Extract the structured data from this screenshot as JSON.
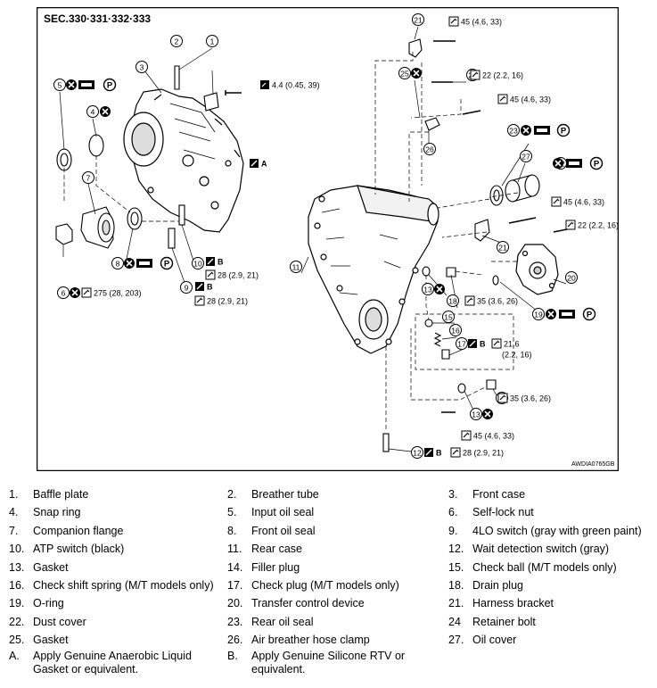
{
  "diagram": {
    "section_title": "SEC.330·331·332·333",
    "code": "AWDIA0765GB",
    "callouts": [
      {
        "n": "1"
      },
      {
        "n": "2"
      },
      {
        "n": "3"
      },
      {
        "n": "4"
      },
      {
        "n": "5"
      },
      {
        "n": "6"
      },
      {
        "n": "7"
      },
      {
        "n": "8"
      },
      {
        "n": "9"
      },
      {
        "n": "10"
      },
      {
        "n": "11"
      },
      {
        "n": "12"
      },
      {
        "n": "13"
      },
      {
        "n": "13"
      },
      {
        "n": "14"
      },
      {
        "n": "15"
      },
      {
        "n": "16"
      },
      {
        "n": "17"
      },
      {
        "n": "18"
      },
      {
        "n": "19"
      },
      {
        "n": "20"
      },
      {
        "n": "21"
      },
      {
        "n": "21"
      },
      {
        "n": "22"
      },
      {
        "n": "23"
      },
      {
        "n": "24"
      },
      {
        "n": "25"
      },
      {
        "n": "26"
      },
      {
        "n": "27"
      }
    ],
    "torques": [
      {
        "text": "4.4 (0.45, 39)"
      },
      {
        "text": "275 (28, 203)"
      },
      {
        "text": "28 (2.9, 21)"
      },
      {
        "text": "28 (2.9, 21)"
      },
      {
        "text": "45 (4.6, 33)"
      },
      {
        "text": "22 (2.2, 16)"
      },
      {
        "text": "45 (4.6, 33)"
      },
      {
        "text": "45 (4.6, 33)"
      },
      {
        "text": "22 (2.2, 16)"
      },
      {
        "text": "35 (3.6, 26)"
      },
      {
        "text": "21.6"
      },
      {
        "text": "(2.2, 16)"
      },
      {
        "text": "35 (3.6, 26)"
      },
      {
        "text": "45 (4.6, 33)"
      },
      {
        "text": "28 (2.9, 21)"
      }
    ],
    "letters": [
      {
        "t": "A"
      },
      {
        "t": "B"
      },
      {
        "t": "B"
      },
      {
        "t": "B"
      },
      {
        "t": "B"
      }
    ],
    "symbol_labels": [
      {
        "t": "P"
      },
      {
        "t": "P"
      },
      {
        "t": "P"
      },
      {
        "t": "P"
      },
      {
        "t": "P"
      }
    ]
  },
  "legend": {
    "rows": [
      [
        {
          "num": "1.",
          "text": "Baffle plate"
        },
        {
          "num": "2.",
          "text": "Breather tube"
        },
        {
          "num": "3.",
          "text": "Front case"
        }
      ],
      [
        {
          "num": "4.",
          "text": "Snap ring"
        },
        {
          "num": "5.",
          "text": "Input oil seal"
        },
        {
          "num": "6.",
          "text": "Self-lock nut"
        }
      ],
      [
        {
          "num": "7.",
          "text": "Companion flange"
        },
        {
          "num": "8.",
          "text": "Front oil seal"
        },
        {
          "num": "9.",
          "text": "4LO switch (gray with green paint)"
        }
      ],
      [
        {
          "num": "10.",
          "text": "ATP switch (black)"
        },
        {
          "num": "11.",
          "text": "Rear case"
        },
        {
          "num": "12.",
          "text": "Wait detection switch (gray)"
        }
      ],
      [
        {
          "num": "13.",
          "text": "Gasket"
        },
        {
          "num": "14.",
          "text": "Filler plug"
        },
        {
          "num": "15.",
          "text": "Check ball (M/T models only)"
        }
      ],
      [
        {
          "num": "16.",
          "text": "Check shift spring (M/T models only)"
        },
        {
          "num": "17.",
          "text": "Check plug (M/T models only)"
        },
        {
          "num": "18.",
          "text": "Drain plug"
        }
      ],
      [
        {
          "num": "19.",
          "text": "O-ring"
        },
        {
          "num": "20.",
          "text": "Transfer control device"
        },
        {
          "num": "21.",
          "text": "Harness bracket"
        }
      ],
      [
        {
          "num": "22.",
          "text": "Dust cover"
        },
        {
          "num": "23.",
          "text": "Rear oil seal"
        },
        {
          "num": "24",
          "text": "Retainer bolt"
        }
      ],
      [
        {
          "num": "25.",
          "text": "Gasket"
        },
        {
          "num": "26.",
          "text": "Air breather hose clamp"
        },
        {
          "num": "27.",
          "text": "Oil cover"
        }
      ]
    ],
    "notes": [
      {
        "num": "A.",
        "text": "Apply Genuine Anaerobic Liquid Gasket or equivalent."
      },
      {
        "num": "B.",
        "text": "Apply Genuine Silicone RTV or equivalent."
      }
    ]
  }
}
